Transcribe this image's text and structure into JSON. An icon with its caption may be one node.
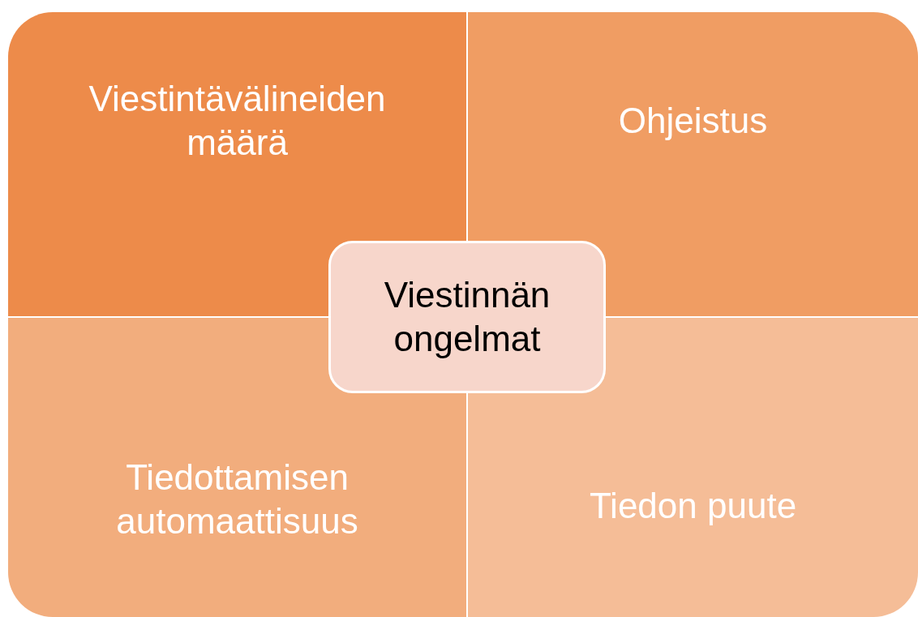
{
  "diagram": {
    "nodes": [
      {
        "text": [
          "Viestintävälineiden määrä"
        ]
      },
      {
        "text": [
          "Ohjeistus"
        ]
      },
      {
        "text": [
          "Viestinnän ongelmat"
        ]
      },
      {
        "text": [
          "Tiedottamisen automaattisuus"
        ]
      },
      {
        "text": [
          "Tiedon puute"
        ]
      }
    ],
    "edges": []
  }
}
